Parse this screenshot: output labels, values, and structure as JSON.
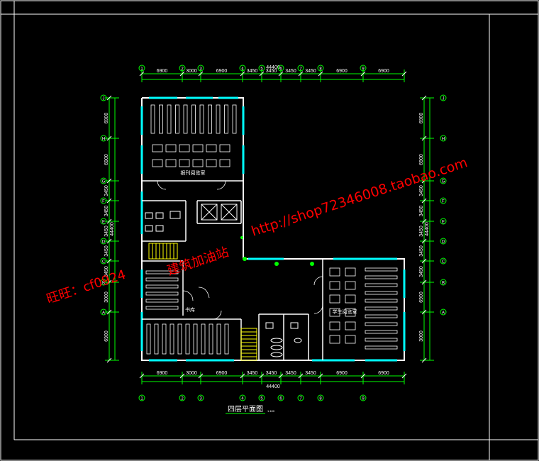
{
  "drawing": {
    "title": "四层平面图",
    "scale_note": "1:100",
    "overall_dim_top": "44400",
    "overall_dim_bottom": "44400",
    "overall_dim_left": "44400",
    "overall_dim_right": "44400",
    "top_dims": [
      "6900",
      "3000",
      "6900",
      "3450",
      "3450",
      "3450",
      "3450",
      "6900",
      "6900"
    ],
    "bottom_dims": [
      "6900",
      "3000",
      "6900",
      "3450",
      "3450",
      "3450",
      "3450",
      "6900",
      "6900"
    ],
    "left_dims": [
      "6900",
      "6900",
      "3450",
      "3450",
      "3450",
      "3450",
      "3450",
      "3000",
      "6900"
    ],
    "right_dims": [
      "6900",
      "6900",
      "3450",
      "3450",
      "3450",
      "3450",
      "3450",
      "6900",
      "3000",
      "6900"
    ],
    "col_axes": [
      "1",
      "2",
      "3",
      "4",
      "5",
      "6",
      "7",
      "8",
      "9"
    ],
    "row_axes": [
      "J",
      "H",
      "G",
      "F",
      "E",
      "D",
      "C",
      "B",
      "A"
    ],
    "rooms": {
      "reading_top": "报刊阅览室",
      "reading_right": "学生阅览室",
      "stack_left": "书库"
    }
  },
  "watermark": {
    "url": "http://shop72346008.taobao.com",
    "wangwang": "旺旺：cf0924",
    "brand": "建筑加油站"
  },
  "colors": {
    "background": "#000000",
    "wall": "#ffffff",
    "glass": "#00ffff",
    "dim_line": "#00ff00",
    "text": "#ffffff",
    "watermark": "#ff0000"
  }
}
